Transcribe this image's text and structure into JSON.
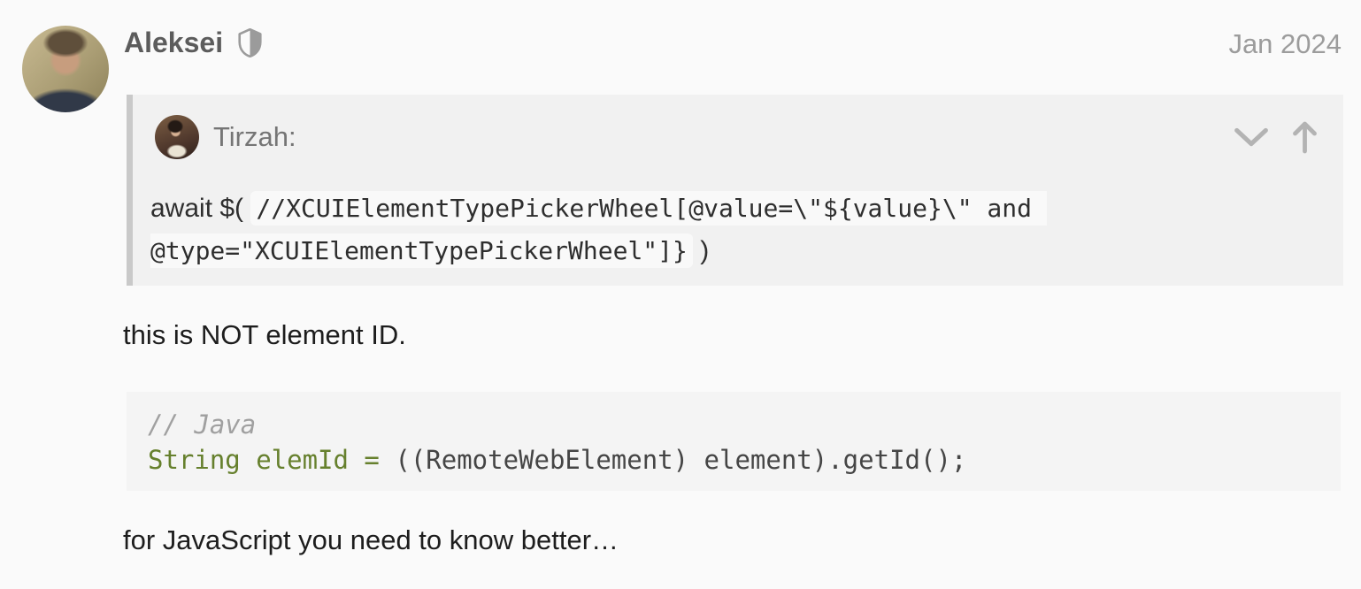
{
  "post": {
    "author": "Aleksei",
    "date": "Jan 2024",
    "quote": {
      "author": "Tirzah:",
      "text_before_code": "await $( ",
      "inline_code": "//XCUIElementTypePickerWheel[@value=\\\"${value}\\\" and @type=\"XCUIElementTypePickerWheel\"]}",
      "text_after_code": " )"
    },
    "paragraph_1": "this is NOT element ID.",
    "code_block": {
      "comment_line": "// Java",
      "code_keyword": "String elemId = ",
      "code_rest": "((RemoteWebElement) element).getId();"
    },
    "paragraph_2": "for JavaScript you need to know better…"
  },
  "icons": {
    "author_badge": "shield-half-icon",
    "quote_collapse": "chevron-down-icon",
    "quote_goto": "arrow-up-icon"
  },
  "colors": {
    "page_bg": "#fafafa",
    "quote_bg": "#f1f1f1",
    "quote_border": "#c9c9c9",
    "inline_code_bg": "#f9f9f9",
    "code_block_bg": "#f4f4f4",
    "java_keyword_green": "#66802d",
    "muted_gray": "#9c9c9c",
    "icon_gray": "#b3b3b3"
  }
}
